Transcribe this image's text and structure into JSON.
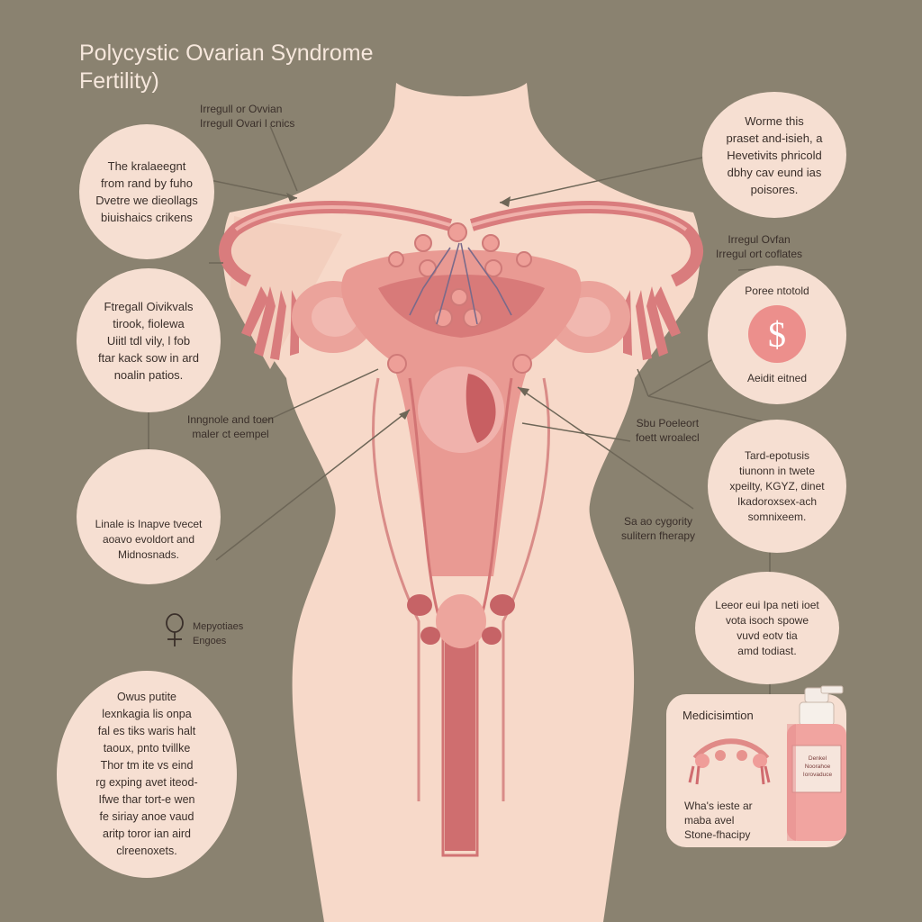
{
  "title": {
    "line1": "Polycystic Ovarian Syndrome",
    "line2": "Fertility)"
  },
  "labels": {
    "top_center": "Irregull or Ovvian\nIrregull Ovari l cnics",
    "right_upper": "Irregul Ovfan\nIrregul ort coflates",
    "middle_left": "Inngnole and toen\nmaler ct eempel",
    "middle_right": "Sbu Poeleort\nfoett wroalecl",
    "right_lower": "Sa ao cygority\nsulitern fherapy",
    "left_lower": "Mepyotiaes\nEngoes"
  },
  "bubbles": {
    "top_left": "The kralaeegnt\nfrom rand by fuho\nDvetre we dieollags\nbiuishaics crikens",
    "mid_left": "Ftregall Oivikvals\ntirook, fiolewa\nUiitl tdl vily, l fob\nftar kack sow in ard\nnoalin patios.",
    "lower_left_caption": "Linale is Inapve tvecet\naoavo evoldort and\nMidnosnads.",
    "bottom_left": "Owus putite\nlexnkagia lis onpa\nfal es tiks waris halt\ntaoux, pnto tvillke\nThor tm ite vs eind\nrg exping avet iteod-\nIfwe thar tort-e wen\nfe siriay anoe vaud\naritp toror ian aird\nclreenoxets.",
    "top_right": "Worme this\npraset and-isieh, a\nHevetivits phricold\ndbhy cav eund ias\npoisores.",
    "right_dollar_top": "Poree ntotold",
    "right_dollar_bottom": "Aeidit eitned",
    "mid_right": "Tard-epotusis\ntiunonn in twete\nxpeilty, KGYZ, dinet\nIkadoroxsex-ach\nsomnixeem.",
    "lower_right": "Leeor eui Ipa neti ioet\nvota isoch spowe\nvuvd eotv tia\namd todiast."
  },
  "dollar_symbol": "$",
  "medication": {
    "title": "Medicisimtion",
    "text": "Wha's ieste ar\nmaba avel\nStone-fhacipy",
    "bottle_label": "Denkel\nNoorahoe\nIorovaduce"
  },
  "colors": {
    "background": "#8a8270",
    "bubble": "#f6dfd2",
    "body": "#f7d9c9",
    "organ": "#e59a93",
    "organ_dark": "#c85f62",
    "line": "#6d6657"
  }
}
